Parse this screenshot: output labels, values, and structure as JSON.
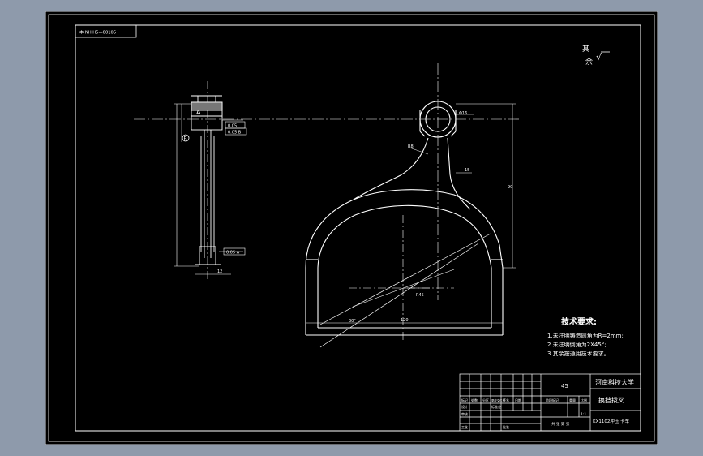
{
  "drawing": {
    "colors": {
      "background": "#8e9aab",
      "sheet": "#000000",
      "line": "#ffffff",
      "centerline": "#ffffff"
    },
    "header_stamp": "本 NH H5—00105",
    "roughness_note": {
      "line1": "其",
      "line2": "余",
      "symbol": "√"
    },
    "side_view_labels": {
      "upper_dim": "A",
      "upper_tol1": "0.05",
      "upper_tol2": "0.05 B",
      "datum_marker": "B",
      "lower_tol": "0.05 A",
      "lower_dim": "12"
    },
    "main_view_labels": {
      "bore_dim": "Φ16",
      "arm_radius": "R8",
      "fork_note": "15",
      "span_dim": "90",
      "bottom_dim": "120",
      "center_dim": "R45",
      "angle_dim": "30°"
    },
    "technical_requirements": {
      "title": "技术要求:",
      "items": [
        "1.未注明铸造圆角为R=2mm;",
        "2.未注明倒角为2X45°;",
        "3.其余按通用技术要求。"
      ]
    },
    "title_block": {
      "material": "45",
      "school": "河南科技大学",
      "part_name": "换挡拨叉",
      "drawing_no": "KX1102冲压 卡车",
      "scale": "1:1",
      "left_row1": [
        "标记",
        "处数",
        "分区",
        "更改文件号",
        "签名",
        "日期"
      ],
      "left_row2": [
        "设计",
        "",
        "标准化",
        "",
        "阶段标记",
        "重量",
        "比例"
      ],
      "left_row3": [
        "审核",
        "",
        "",
        "",
        "",
        "",
        ""
      ],
      "left_row4": [
        "工艺",
        "",
        "批准",
        "",
        "共 张 第 张"
      ]
    }
  }
}
